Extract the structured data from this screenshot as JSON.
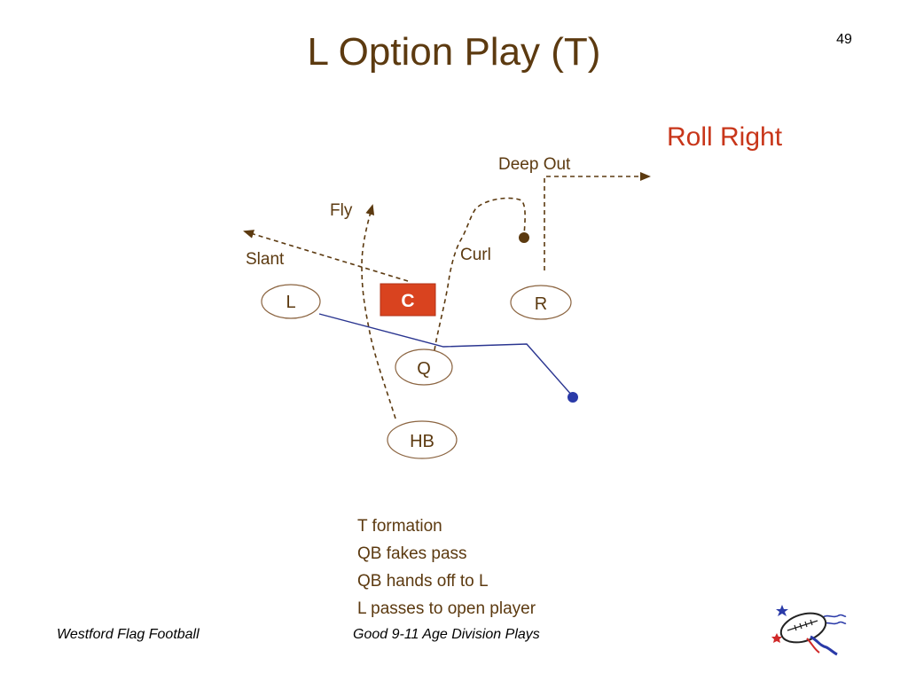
{
  "slide": {
    "title": "L Option Play (T)",
    "page_number": "49",
    "roll_direction": "Roll Right"
  },
  "routes": {
    "deep_out": "Deep Out",
    "fly": "Fly",
    "curl": "Curl",
    "slant": "Slant"
  },
  "players": {
    "left": "L",
    "center": "C",
    "right": "R",
    "quarterback": "Q",
    "halfback": "HB"
  },
  "notes": [
    "T formation",
    "QB fakes pass",
    "QB hands off to L",
    "L passes to open player"
  ],
  "footer": {
    "left": "Westford Flag Football",
    "center": "Good 9-11 Age Division Plays"
  },
  "colors": {
    "title": "#5c3a10",
    "route": "#5c3a10",
    "center_fill": "#d9431f",
    "roll_label": "#c8361a",
    "pass_path": "#2a3590"
  },
  "icons": {
    "logo": "wff-football-logo"
  }
}
